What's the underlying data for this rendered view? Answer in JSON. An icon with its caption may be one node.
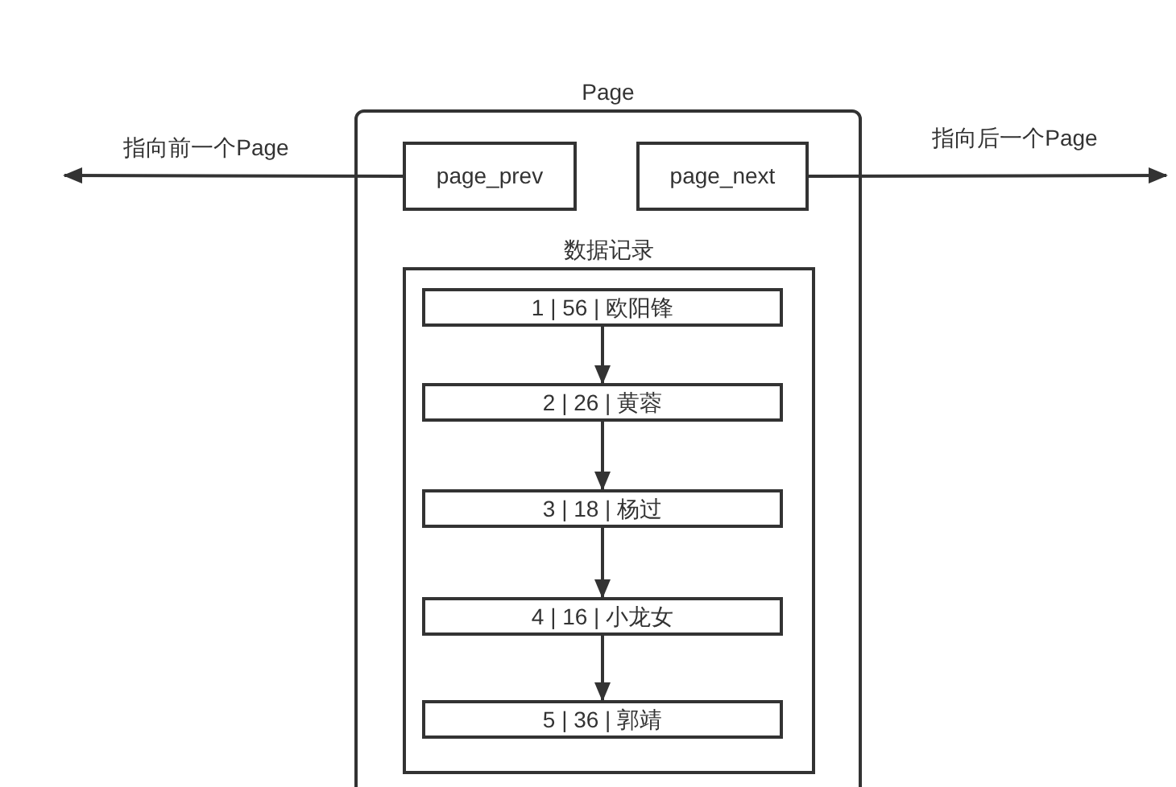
{
  "diagram": {
    "nodes": [
      {
        "text": [
          "Page"
        ]
      },
      {
        "text": [
          "page_prev"
        ],
        "in": 0
      },
      {
        "text": [
          "page_next"
        ],
        "in": 0
      },
      {
        "text": [
          "数据记录"
        ],
        "in": 0
      },
      {
        "text": [
          "1 | 56 | 欧阳锋"
        ],
        "in": 3
      },
      {
        "text": [
          "2 | 26 | 黄蓉"
        ],
        "in": 3
      },
      {
        "text": [
          "3 | 18 | 杨过"
        ],
        "in": 3
      },
      {
        "text": [
          "4 | 16 | 小龙女"
        ],
        "in": 3
      },
      {
        "text": [
          "5 | 36 | 郭靖"
        ],
        "in": 3
      }
    ],
    "edges": [
      {
        "from": 1,
        "to": null,
        "arrow": "to",
        "label": "指向前一个Page"
      },
      {
        "from": 2,
        "to": null,
        "arrow": "to",
        "label": "指向后一个Page"
      },
      {
        "from": 4,
        "to": 5,
        "arrow": "to"
      },
      {
        "from": 5,
        "to": 6,
        "arrow": "to"
      },
      {
        "from": 6,
        "to": 7,
        "arrow": "to"
      },
      {
        "from": 7,
        "to": 8,
        "arrow": "to"
      }
    ]
  }
}
